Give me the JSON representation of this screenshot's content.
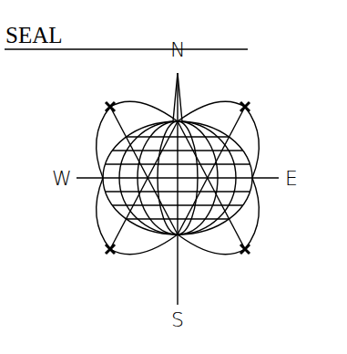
{
  "diagram": {
    "labels": [
      "SEAL",
      "N",
      "W",
      "E",
      "S"
    ]
  }
}
